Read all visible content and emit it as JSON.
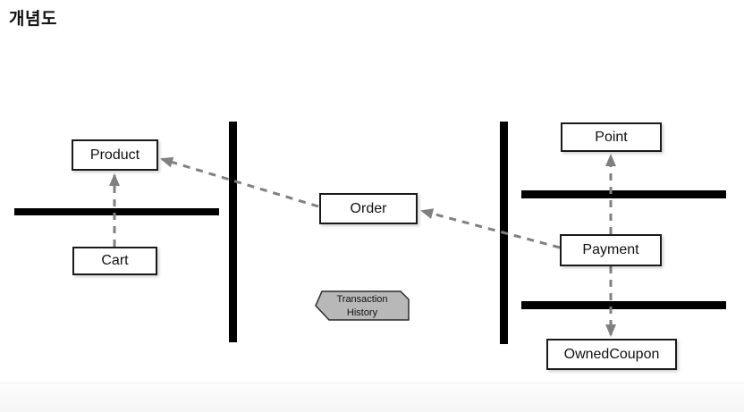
{
  "title": "개념도",
  "nodes": {
    "product": "Product",
    "cart": "Cart",
    "order": "Order",
    "point": "Point",
    "payment": "Payment",
    "owned_coupon": "OwnedCoupon"
  },
  "tag": {
    "line1": "Transaction",
    "line2": "History"
  },
  "edges": [
    {
      "from": "Cart",
      "to": "Product",
      "style": "dashed-arrow"
    },
    {
      "from": "Order",
      "to": "Product",
      "style": "dashed-arrow"
    },
    {
      "from": "Payment",
      "to": "Order",
      "style": "dashed-arrow"
    },
    {
      "from": "Payment",
      "to": "Point",
      "style": "dashed-arrow"
    },
    {
      "from": "Payment",
      "to": "OwnedCoupon",
      "style": "dashed-arrow"
    }
  ],
  "colors": {
    "partition_bar": "#000000",
    "arrow": "#808080",
    "node_border": "#1a1a1a",
    "node_fill": "#ffffff",
    "tag_fill": "#b8b8b8",
    "tag_border": "#2b2b2b",
    "footer_band": "#f7f7f7"
  }
}
